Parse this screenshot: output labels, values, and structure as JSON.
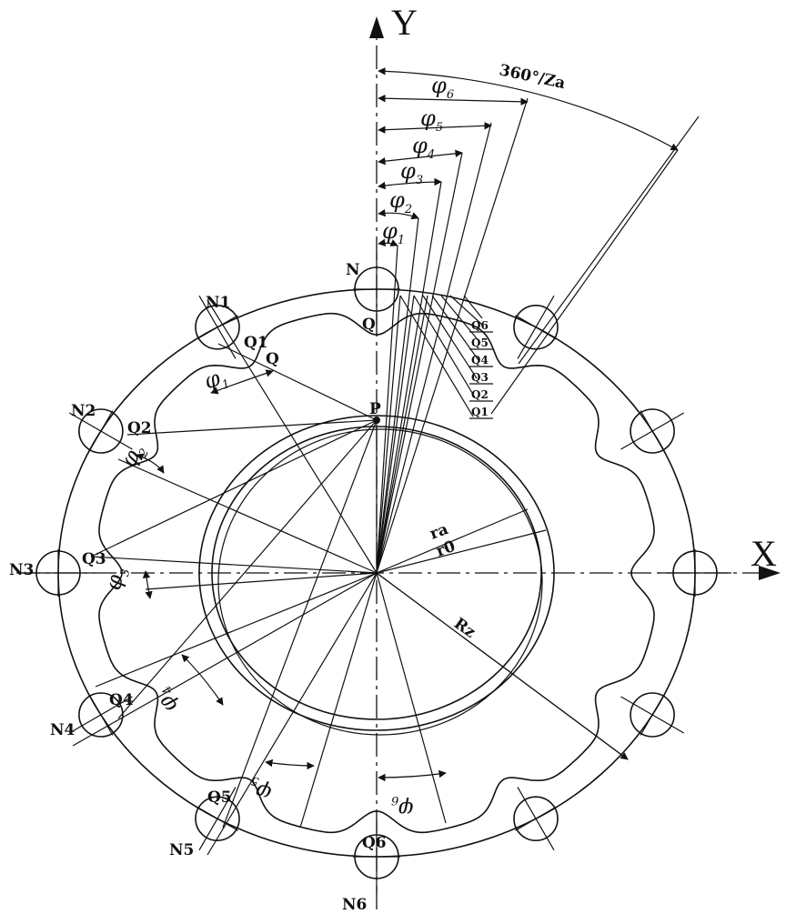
{
  "axes": {
    "x_label": "X",
    "y_label": "Y"
  },
  "pitch_angle_label": "360°/Za",
  "phi_symbol": "φ",
  "phi_subscripts": [
    "1",
    "2",
    "3",
    "4",
    "5",
    "6"
  ],
  "point_labels": {
    "N": "N",
    "Q": "Q",
    "P": "P",
    "N1": "N1",
    "N2": "N2",
    "N3": "N3",
    "N4": "N4",
    "N5": "N5",
    "N6": "N6",
    "Q1": "Q1",
    "Q2": "Q2",
    "Q3": "Q3",
    "Q4": "Q4",
    "Q5": "Q5",
    "Q6": "Q6"
  },
  "stacked_q_labels": [
    "Q6",
    "Q5",
    "Q4",
    "Q3",
    "Q2",
    "Q1"
  ],
  "radius_labels": {
    "ra": "ra",
    "r0": "r0",
    "Rz": "Rz"
  }
}
